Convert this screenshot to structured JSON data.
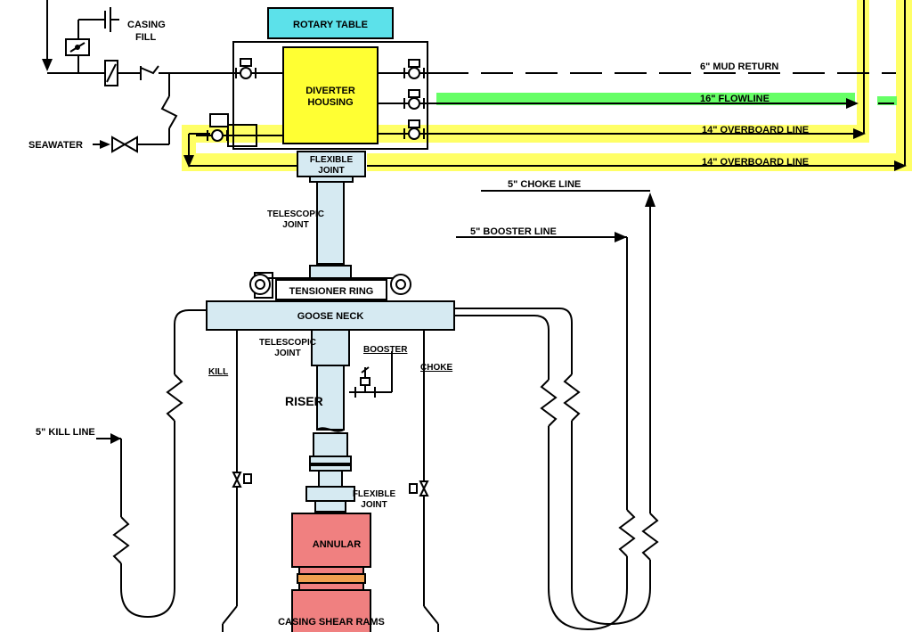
{
  "labels": {
    "rotary_table": "ROTARY TABLE",
    "casing_fill_1": "CASING",
    "casing_fill_2": "FILL",
    "seawater": "SEAWATER",
    "diverter_housing_1": "DIVERTER",
    "diverter_housing_2": "HOUSING",
    "mud_return": "6\" MUD RETURN",
    "flowline": "16\" FLOWLINE",
    "overboard_line_1": "14\" OVERBOARD LINE",
    "overboard_line_2": "14\" OVERBOARD LINE",
    "flexible_joint_top_1": "FLEXIBLE",
    "flexible_joint_top_2": "JOINT",
    "telescopic_joint_top_1": "TELESCOPIC",
    "telescopic_joint_top_2": "JOINT",
    "choke_line": "5\" CHOKE LINE",
    "booster_line": "5\" BOOSTER LINE",
    "tensioner_ring": "TENSIONER RING",
    "goose_neck": "GOOSE NECK",
    "telescopic_joint_mid_1": "TELESCOPIC",
    "telescopic_joint_mid_2": "JOINT",
    "booster": "BOOSTER",
    "kill": "KILL",
    "choke": "CHOKE",
    "riser": "RISER",
    "kill_line": "5\" KILL LINE",
    "flexible_joint_bottom_1": "FLEXIBLE",
    "flexible_joint_bottom_2": "JOINT",
    "annular": "ANNULAR",
    "casing_shear_rams": "CASING SHEAR RAMS"
  },
  "colors": {
    "rotary_table": "#5ce1ea",
    "diverter_housing": "#ffff33",
    "overboard_highlight": "#ffff66",
    "flowline_highlight": "#66ff66",
    "riser_components": "#d6eaf2",
    "annular": "#f08080",
    "annular_band": "#f0a050",
    "line": "#000000"
  }
}
